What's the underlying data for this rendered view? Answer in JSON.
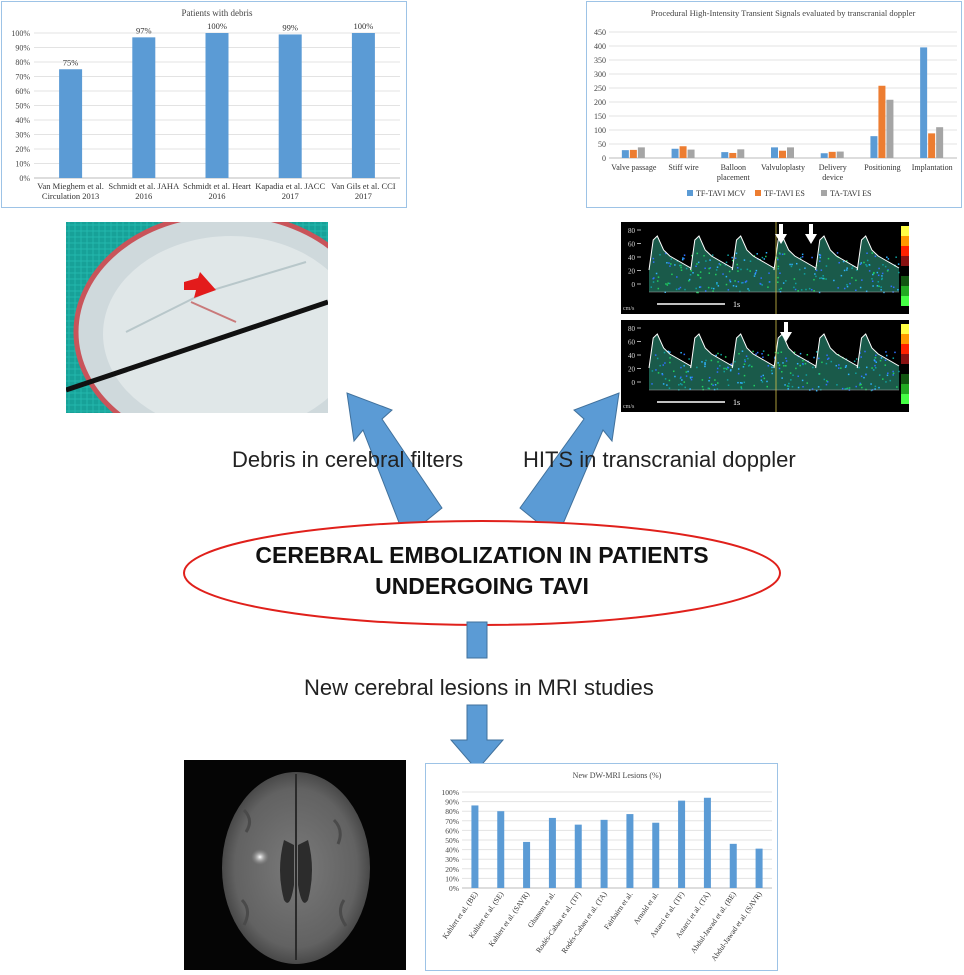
{
  "center": {
    "line1": "CEREBRAL EMBOLIZATION IN PATIENTS",
    "line2": "UNDERGOING TAVI"
  },
  "labels": {
    "debris": "Debris in cerebral filters",
    "hits": "HITS in transcranial doppler",
    "mri": "New cerebral lesions in MRI studies"
  },
  "doppler": {
    "scale_label": "1s",
    "unit": "cm/s",
    "ticks": [
      "80",
      "60",
      "40",
      "20",
      "0"
    ]
  },
  "colors": {
    "bar_blue": "#5b9bd5",
    "orange": "#ed7d31",
    "gray": "#a5a5a5",
    "arrow": "#5b9bd5",
    "ellipse": "#e0201b"
  },
  "chart_data": [
    {
      "type": "bar",
      "title": "Patients with debris",
      "categories": [
        "Van Mieghem et al. Circulation 2013",
        "Schmidt et al. JAHA 2016",
        "Schmidt et al. Heart 2016",
        "Kapadia et al. JACC 2017",
        "Van Gils et al. CCI 2017"
      ],
      "category_lines": [
        [
          "Van Mieghem et al.",
          "Circulation  2013"
        ],
        [
          "Schmidt et al. JAHA",
          "2016"
        ],
        [
          "Schmidt et al. Heart",
          "2016"
        ],
        [
          "Kapadia et al. JACC",
          "2017"
        ],
        [
          "Van Gils et al. CCI",
          "2017"
        ]
      ],
      "values": [
        75,
        97,
        100,
        99,
        100
      ],
      "value_labels": [
        "75%",
        "97%",
        "100%",
        "99%",
        "100%"
      ],
      "yticks": [
        "0%",
        "10%",
        "20%",
        "30%",
        "40%",
        "50%",
        "60%",
        "70%",
        "80%",
        "90%",
        "100%"
      ],
      "ylim": [
        0,
        100
      ]
    },
    {
      "type": "bar",
      "title": "Procedural High-Intensity Transient Signals evaluated by transcranial doppler",
      "categories": [
        "Valve passage",
        "Stiff wire",
        "Balloon placement",
        "Valvuloplasty",
        "Delivery device",
        "Positioning",
        "Implantation"
      ],
      "category_lines": [
        [
          "Valve passage"
        ],
        [
          "Stiff wire"
        ],
        [
          "Balloon",
          "placement"
        ],
        [
          "Valvuloplasty"
        ],
        [
          "Delivery",
          "device"
        ],
        [
          "Positioning"
        ],
        [
          "Implantation"
        ]
      ],
      "series": [
        {
          "name": "TF-TAVI MCV",
          "values": [
            28,
            33,
            21,
            38,
            17,
            78,
            395
          ]
        },
        {
          "name": "TF-TAVI ES",
          "values": [
            29,
            42,
            18,
            26,
            22,
            258,
            88
          ]
        },
        {
          "name": "TA-TAVI ES",
          "values": [
            38,
            30,
            31,
            38,
            23,
            208,
            110
          ]
        }
      ],
      "yticks": [
        "0",
        "50",
        "100",
        "150",
        "200",
        "250",
        "300",
        "350",
        "400",
        "450"
      ],
      "ylim": [
        0,
        450
      ],
      "legend": "bottom"
    },
    {
      "type": "bar",
      "title": "New DW-MRI Lesions (%)",
      "categories": [
        "Kahlert et al. (BE)",
        "Kahlert et al. (SE)",
        "Kahlert et al. (SAVR)",
        "Ghanem et al.",
        "Rodés-Cabau et al. (TF)",
        "Rodés-Cabau et al. (TA)",
        "Fairbairn et al.",
        "Arnold et al.",
        "Astarci et al. (TF)",
        "Astarci et al. (TA)",
        "Abdul-Jawad et al. (BE)",
        "Abdul-Jawad et al. (SAVR)"
      ],
      "values": [
        86,
        80,
        48,
        73,
        66,
        71,
        77,
        68,
        91,
        94,
        46,
        41
      ],
      "yticks": [
        "0%",
        "10%",
        "20%",
        "30%",
        "40%",
        "50%",
        "60%",
        "70%",
        "80%",
        "90%",
        "100%"
      ],
      "ylim": [
        0,
        100
      ]
    }
  ]
}
